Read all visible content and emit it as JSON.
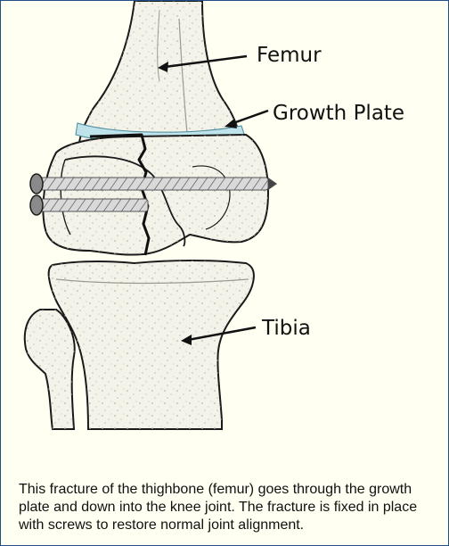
{
  "labels": {
    "femur": "Femur",
    "growth_plate": "Growth Plate",
    "tibia": "Tibia"
  },
  "caption": "This fracture of the thighbone (femur) goes through the growth plate and down into the knee joint. The fracture is fixed in place with screws to restore normal joint alignment.",
  "colors": {
    "frame_border": "#1f4f86",
    "background": "#fffff2",
    "bone_fill": "#f4f3ea",
    "growth_plate": "#bfe3ea",
    "outline": "#1a1a1a"
  }
}
